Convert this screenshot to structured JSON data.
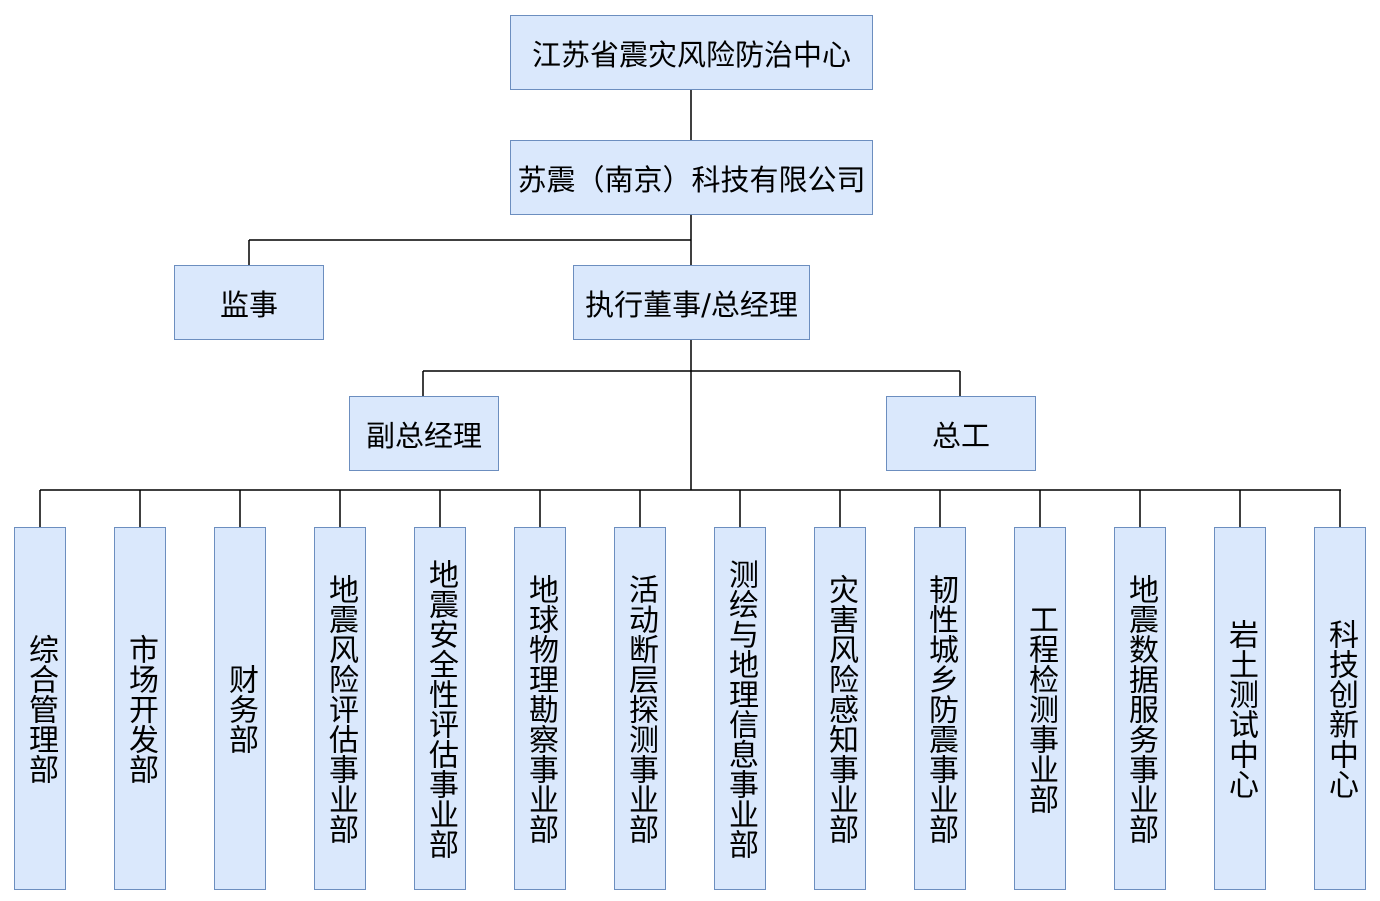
{
  "nodes": {
    "center": "江苏省震灾风险防治中心",
    "company": "苏震（南京）科技有限公司",
    "supervisor": "监事",
    "director": "执行董事/总经理",
    "vice_manager": "副总经理",
    "chief_engineer": "总工"
  },
  "departments": [
    "综合管理部",
    "市场开发部",
    "财务部",
    "地震风险评估事业部",
    "地震安全性评估事业部",
    "地球物理勘察事业部",
    "活动断层探测事业部",
    "测绘与地理信息事业部",
    "灾害风险感知事业部",
    "韧性城乡防震事业部",
    "工程检测事业部",
    "地震数据服务事业部",
    "岩土测试中心",
    "科技创新中心"
  ],
  "colors": {
    "box_fill": "#dae8fc",
    "box_border": "#6c8ebf",
    "line": "#000000"
  }
}
